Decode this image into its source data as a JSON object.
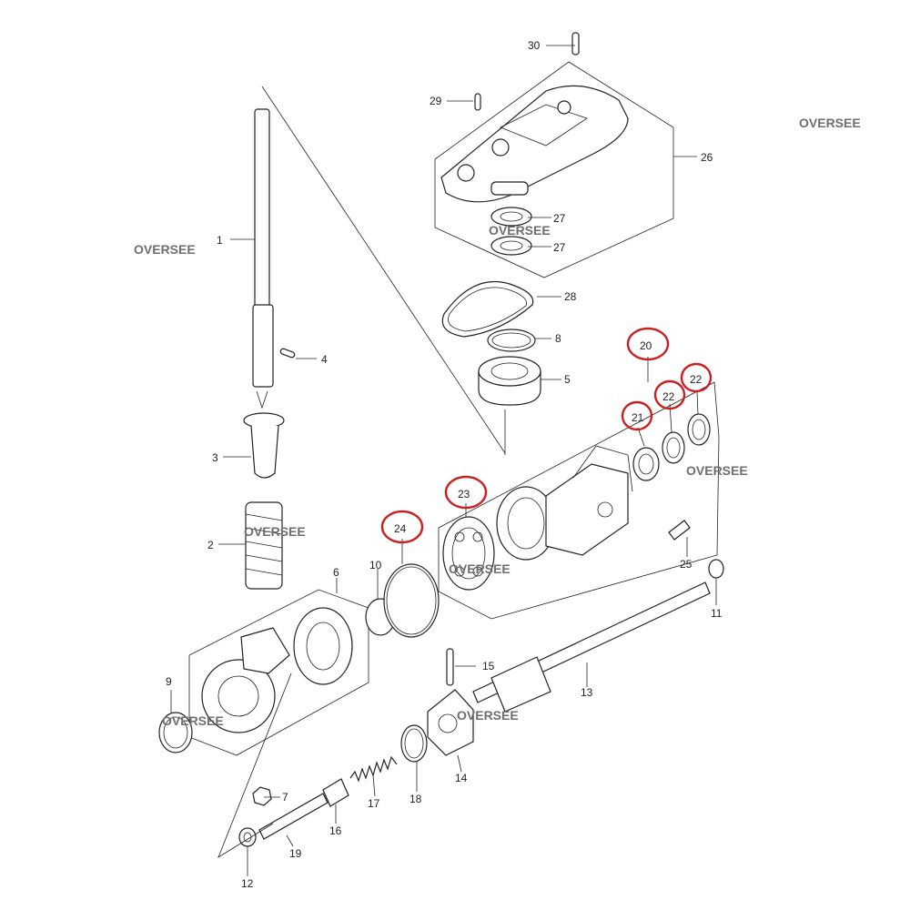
{
  "watermarks": [
    "OVERSEE",
    "OVERSEE",
    "OVERSEE",
    "OVERSEE",
    "OVERSEE",
    "OVERSEE",
    "OVERSEE",
    "OVERSEE"
  ],
  "parts": {
    "p1": "1",
    "p2": "2",
    "p3": "3",
    "p4": "4",
    "p5": "5",
    "p6": "6",
    "p7": "7",
    "p8": "8",
    "p9": "9",
    "p10": "10",
    "p11": "11",
    "p12": "12",
    "p13": "13",
    "p14": "14",
    "p15": "15",
    "p16": "16",
    "p17": "17",
    "p18": "18",
    "p19": "19",
    "p20": "20",
    "p21": "21",
    "p22a": "22",
    "p22b": "22",
    "p23": "23",
    "p24": "24",
    "p25": "25",
    "p26": "26",
    "p27a": "27",
    "p27b": "27",
    "p28": "28",
    "p29": "29",
    "p30": "30"
  },
  "highlight_color": "#cc1f1f"
}
